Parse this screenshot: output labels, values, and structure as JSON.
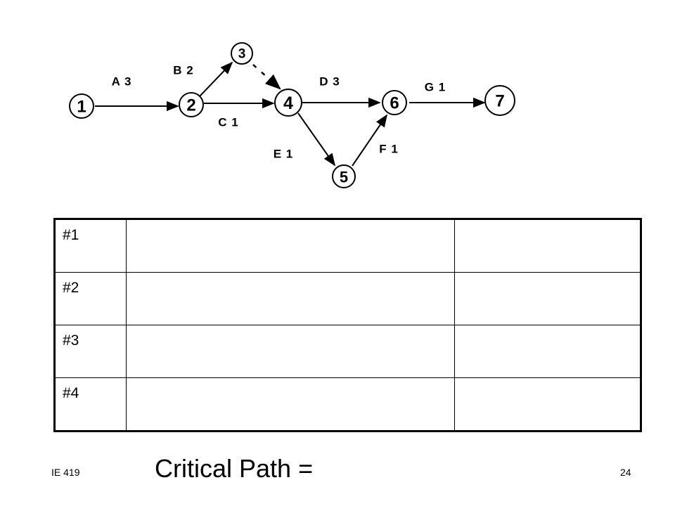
{
  "diagram": {
    "nodes": [
      {
        "id": "1",
        "label": "1"
      },
      {
        "id": "2",
        "label": "2"
      },
      {
        "id": "3",
        "label": "3"
      },
      {
        "id": "4",
        "label": "4"
      },
      {
        "id": "5",
        "label": "5"
      },
      {
        "id": "6",
        "label": "6"
      },
      {
        "id": "7",
        "label": "7"
      }
    ],
    "activities": [
      {
        "id": "A",
        "label": "A 3",
        "from": "1",
        "to": "2",
        "duration": 3
      },
      {
        "id": "B",
        "label": "B 2",
        "from": "2",
        "to": "3",
        "duration": 2
      },
      {
        "id": "C",
        "label": "C 1",
        "from": "2",
        "to": "4",
        "duration": 1
      },
      {
        "id": "D",
        "label": "D 3",
        "from": "4",
        "to": "6",
        "duration": 3
      },
      {
        "id": "E",
        "label": "E 1",
        "from": "4",
        "to": "5",
        "duration": 1
      },
      {
        "id": "F",
        "label": "F 1",
        "from": "5",
        "to": "6",
        "duration": 1
      },
      {
        "id": "G",
        "label": "G 1",
        "from": "6",
        "to": "7",
        "duration": 1
      }
    ],
    "dummy_activities": [
      {
        "from": "3",
        "to": "4"
      }
    ]
  },
  "paths_table": {
    "rows": [
      {
        "label": "#1",
        "path": "",
        "length": ""
      },
      {
        "label": "#2",
        "path": "",
        "length": ""
      },
      {
        "label": "#3",
        "path": "",
        "length": ""
      },
      {
        "label": "#4",
        "path": "",
        "length": ""
      }
    ]
  },
  "critical_path": {
    "label": "Critical  Path ="
  },
  "footer": {
    "course": "IE 419",
    "page_number": "24"
  }
}
